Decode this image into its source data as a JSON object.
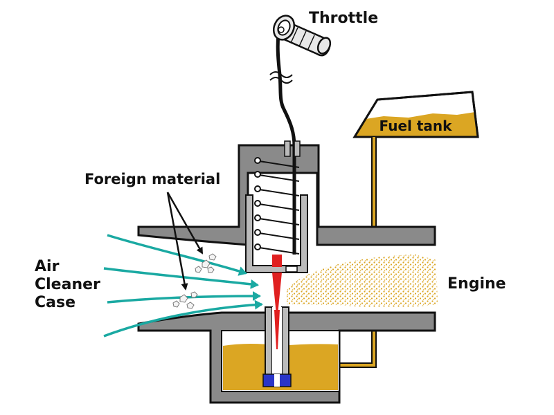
{
  "labels": {
    "throttle": "Throttle",
    "fuel_tank": "Fuel tank",
    "foreign_material": "Foreign material",
    "air_cleaner_case": [
      "Air",
      "Cleaner",
      "Case"
    ],
    "engine": "Engine"
  },
  "colors": {
    "housing": "#8a8a8a",
    "outline": "#111111",
    "fuel": "#dba623",
    "airflow": "#1aa9a2",
    "needle": "#e02020",
    "jet": "#2a35c8"
  }
}
